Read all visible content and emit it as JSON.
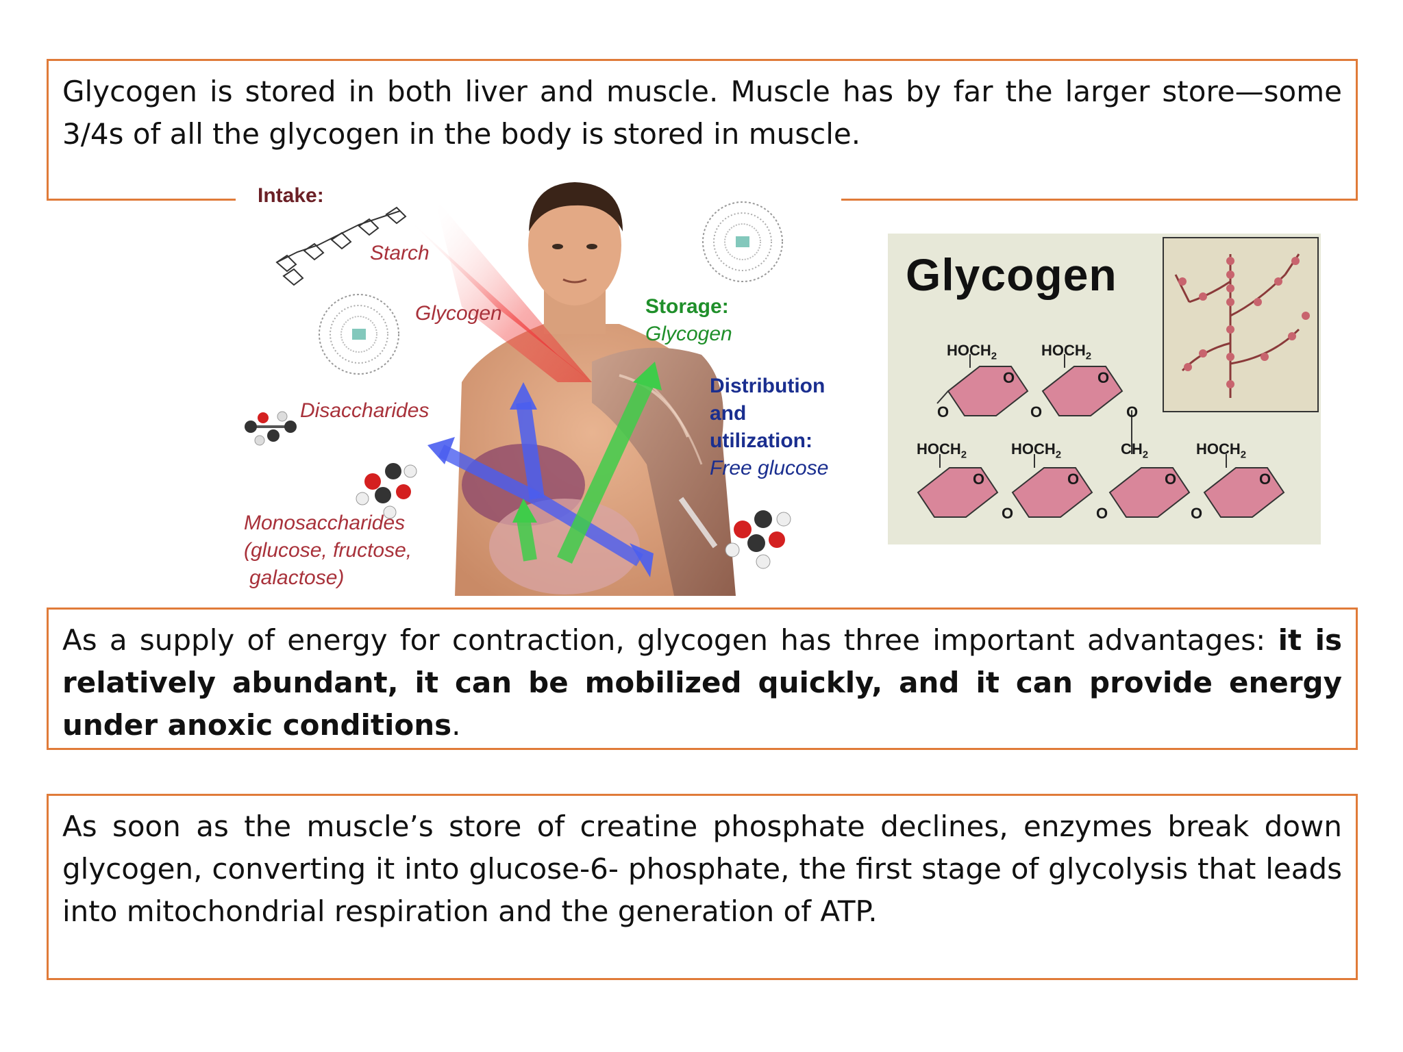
{
  "slide": {
    "paragraph1": {
      "text": "Glycogen is stored in both liver and muscle. Muscle has by far the larger store—some 3/4s of all the glycogen in the body is stored in muscle."
    },
    "paragraph2": {
      "prefix": "As a supply of energy for contraction, glycogen has three important advantages: ",
      "bold": "it is relatively abundant, it can be mobilized quickly, and it can provide energy under anoxic conditions",
      "suffix": "."
    },
    "paragraph3": {
      "text": "As soon as the muscle’s store of creatine phosphate declines, enzymes break down glycogen, converting it into glucose-6- phosphate, the first stage of glycolysis that leads into mitochondrial respiration and the generation of ATP."
    }
  },
  "body_figure": {
    "intake": "Intake:",
    "starch": "Starch",
    "glycogen": "Glycogen",
    "disaccharides": "Disaccharides",
    "monosaccharides_1": "Monosaccharides",
    "monosaccharides_2": "(glucose, fructose,",
    "monosaccharides_3": "galactose)",
    "storage": "Storage:",
    "storage_glycogen": "Glycogen",
    "distribution_1": "Distribution",
    "distribution_2": "and",
    "distribution_3": "utilization:",
    "free_glucose": "Free glucose"
  },
  "glycogen_figure": {
    "title": "Glycogen",
    "hoch2": "HOCH",
    "ch2": "CH",
    "sub2": "2",
    "o": "O"
  },
  "colors": {
    "border": "#e07b39",
    "text": "#111111",
    "ring_fill": "#d9869a",
    "panel_bg": "#e7e8d8"
  }
}
